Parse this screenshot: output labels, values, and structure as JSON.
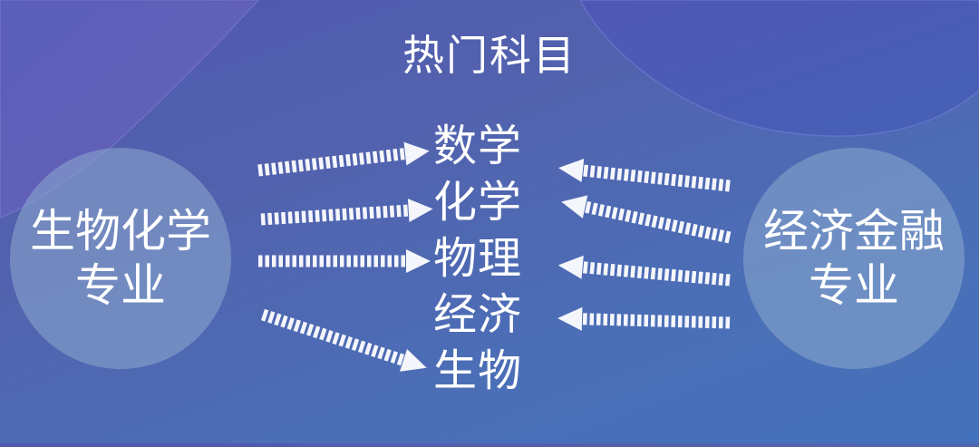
{
  "title": "热门科目",
  "left_major": {
    "line1": "生物化学",
    "line2": "专业"
  },
  "right_major": {
    "line1": "经济金融",
    "line2": "专业"
  },
  "subjects": [
    {
      "label": "数学"
    },
    {
      "label": "化学"
    },
    {
      "label": "物理"
    },
    {
      "label": "经济"
    },
    {
      "label": "生物"
    }
  ],
  "connections": {
    "left_major_to": [
      "数学",
      "化学",
      "物理",
      "生物"
    ],
    "right_major_to": [
      "数学",
      "化学",
      "物理",
      "经济"
    ]
  },
  "colors": {
    "background_top": "#5057ae",
    "background_bottom": "#4471bb",
    "circle_fill": "#6b8ab8",
    "text": "#ffffff",
    "arrow": "#f4f6fb"
  }
}
